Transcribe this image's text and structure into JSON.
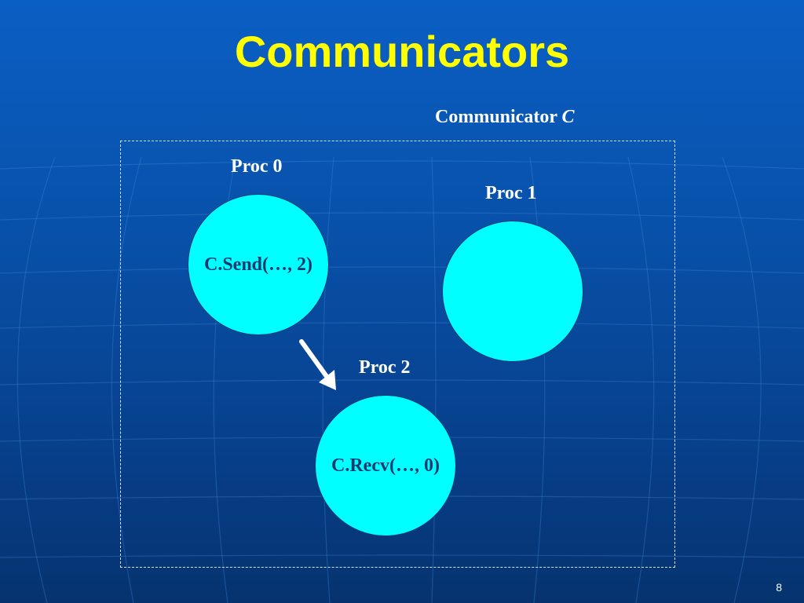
{
  "slide": {
    "title": "Communicators",
    "page_number": "8"
  },
  "communicator": {
    "label_text": "Communicator ",
    "label_name": "C"
  },
  "processes": [
    {
      "label": "Proc 0",
      "call": "C.Send(…, 2)"
    },
    {
      "label": "Proc 1",
      "call": ""
    },
    {
      "label": "Proc 2",
      "call": "C.Recv(…, 0)"
    }
  ],
  "message_arrow": {
    "from": "Proc 0",
    "to": "Proc 2"
  },
  "colors": {
    "background": "#0850a8",
    "title": "#ffff00",
    "process_fill": "#00ffff",
    "process_text": "#0b3a6e",
    "label_text": "#ffffff",
    "arrow": "#ffffff"
  }
}
